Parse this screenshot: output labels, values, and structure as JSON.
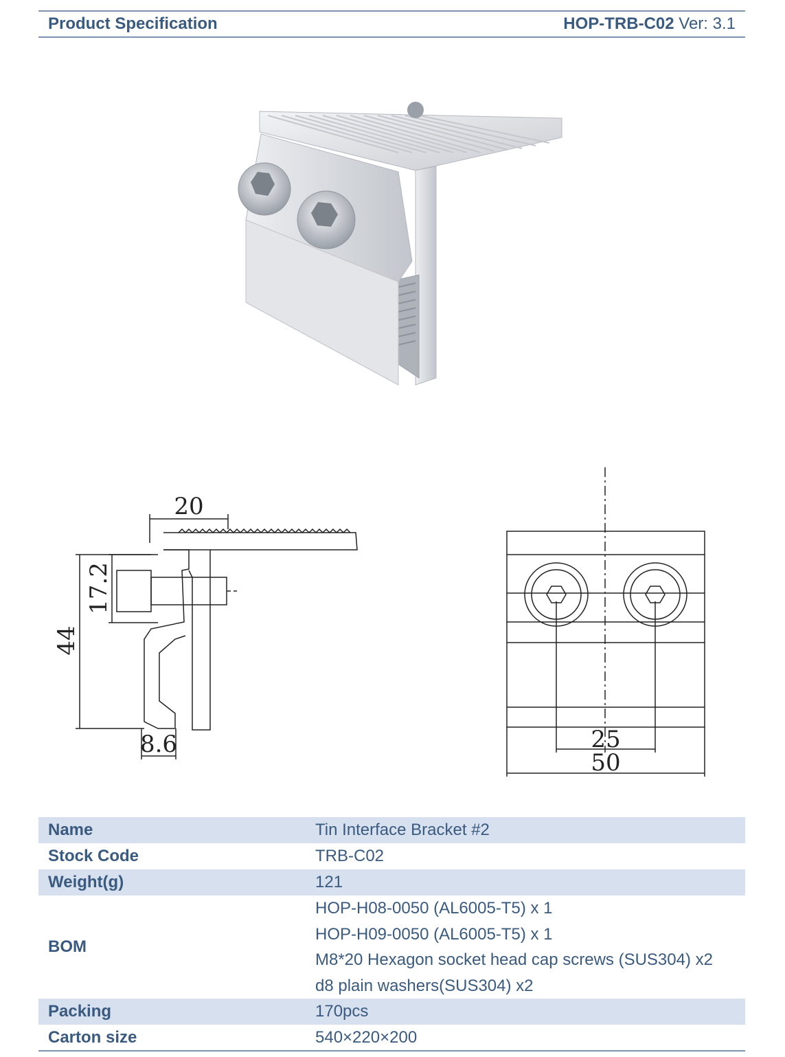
{
  "header": {
    "title": "Product Specification",
    "code": "HOP-TRB-C02",
    "version": "Ver: 3.1"
  },
  "drawing_left": {
    "dim_width": "20",
    "dim_bolt": "17.2",
    "dim_height": "44",
    "dim_foot": "8.6"
  },
  "drawing_right": {
    "dim_pitch": "25",
    "dim_width": "50"
  },
  "spec": {
    "name_label": "Name",
    "name_value": "Tin Interface Bracket #2",
    "stock_label": "Stock Code",
    "stock_value": "TRB-C02",
    "weight_label": "Weight(g)",
    "weight_value": "121",
    "bom_label": "BOM",
    "bom_items": [
      "HOP-H08-0050 (AL6005-T5) x 1",
      "HOP-H09-0050 (AL6005-T5) x 1",
      "M8*20 Hexagon socket head cap screws (SUS304) x2",
      "d8 plain washers(SUS304) x2"
    ],
    "packing_label": "Packing",
    "packing_value": "170pcs",
    "carton_label": "Carton size",
    "carton_value": "540×220×200"
  }
}
